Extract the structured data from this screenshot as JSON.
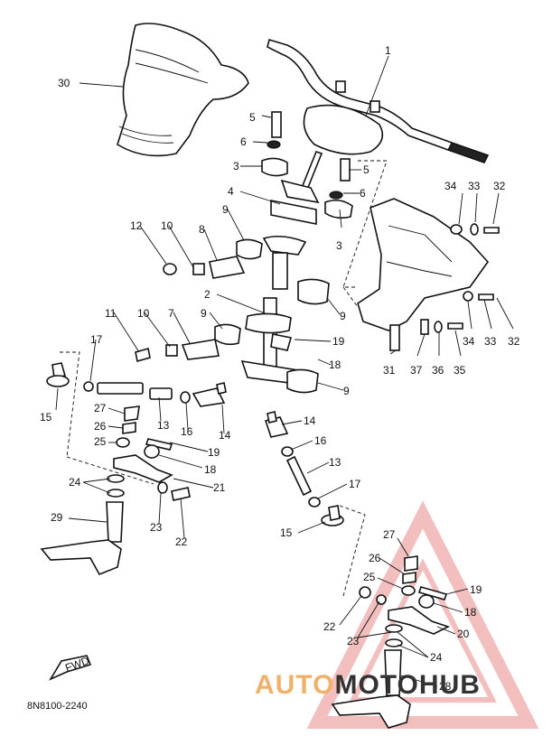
{
  "diagram": {
    "callouts": [
      "1",
      "2",
      "3",
      "3",
      "4",
      "5",
      "5",
      "6",
      "6",
      "7",
      "8",
      "9",
      "9",
      "9",
      "9",
      "10",
      "10",
      "11",
      "12",
      "13",
      "13",
      "14",
      "14",
      "15",
      "15",
      "16",
      "16",
      "17",
      "17",
      "18",
      "18",
      "18",
      "19",
      "19",
      "19",
      "20",
      "21",
      "22",
      "22",
      "23",
      "23",
      "24",
      "24",
      "25",
      "25",
      "26",
      "26",
      "27",
      "27",
      "28",
      "29",
      "30",
      "31",
      "32",
      "32",
      "33",
      "33",
      "34",
      "34",
      "35",
      "36",
      "37"
    ],
    "catalog_number": "8N8100-2240",
    "fwd_label": "FWD"
  },
  "watermark": {
    "text_a": "AUTO",
    "text_b": "MOTO",
    "text_c": "HUB",
    "color_a": "#f0b26a",
    "color_b": "#333333",
    "triangle_color": "#e88a8a"
  }
}
